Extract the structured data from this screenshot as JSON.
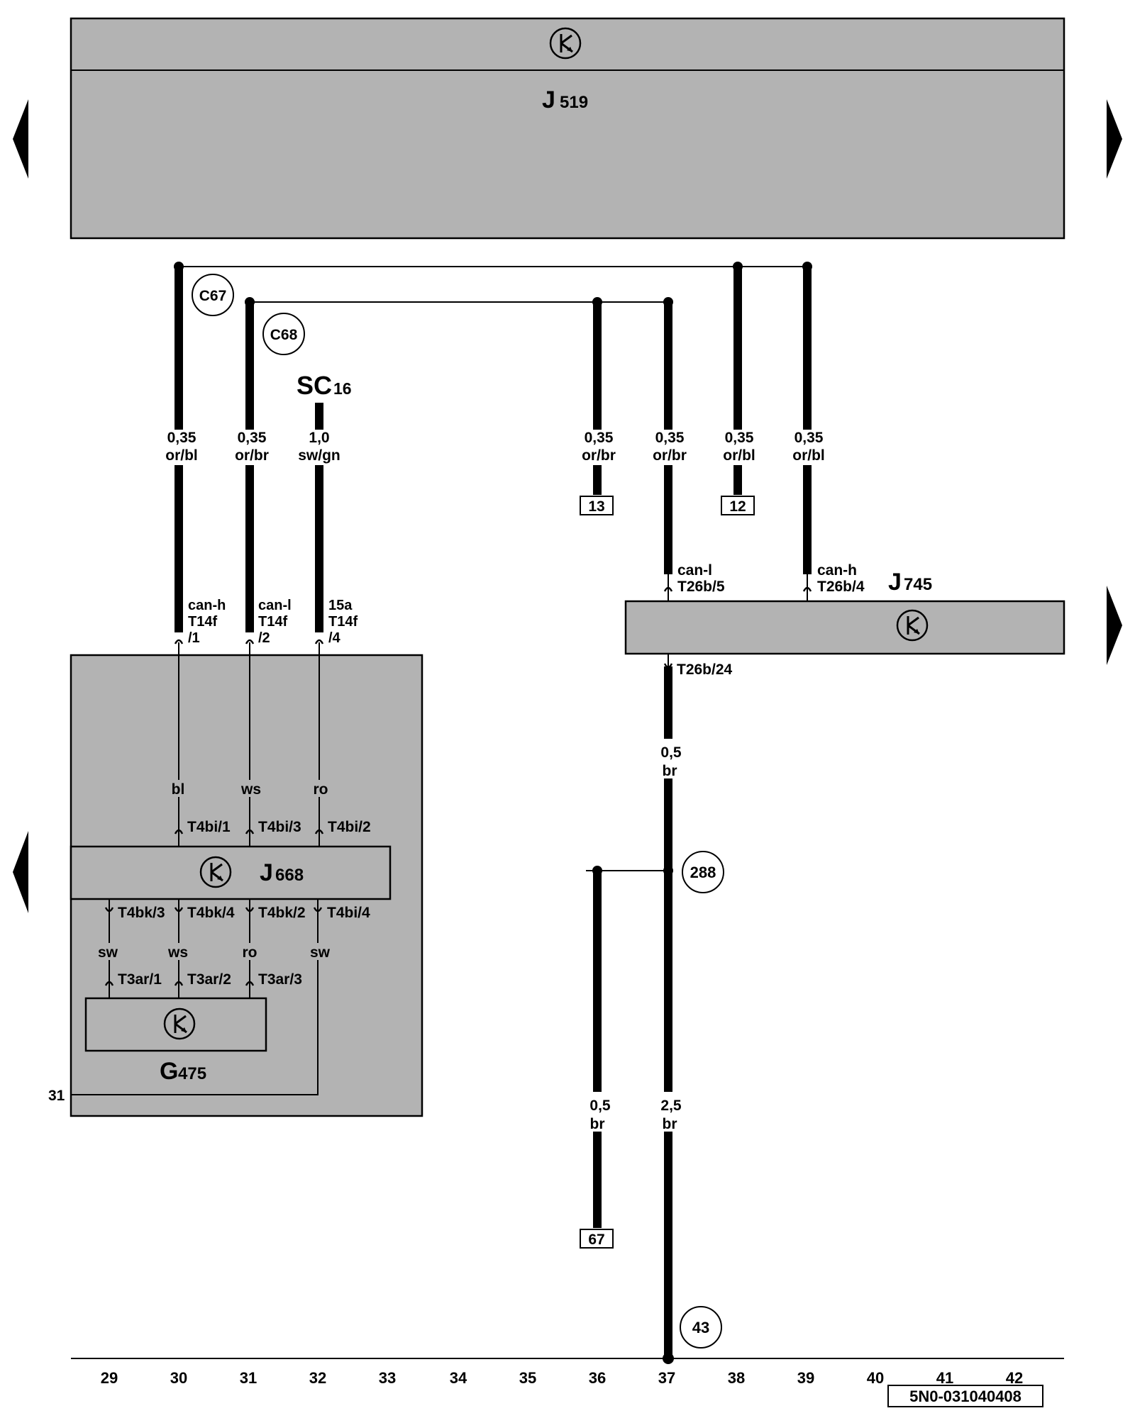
{
  "components": {
    "j519": {
      "letter": "J",
      "sub": "519"
    },
    "j745": {
      "letter": "J",
      "sub": "745"
    },
    "j668": {
      "letter": "J",
      "sub": "668"
    },
    "g475": {
      "letter": "G",
      "sub": "475"
    },
    "sc16": {
      "letter": "SC",
      "sub": "16"
    }
  },
  "circles": {
    "c67": "C67",
    "c68": "C68",
    "c288": "288",
    "c43": "43"
  },
  "wires": {
    "w30": {
      "gauge": "0,35",
      "color": "or/bl"
    },
    "w31": {
      "gauge": "0,35",
      "color": "or/br"
    },
    "w32": {
      "gauge": "1,0",
      "color": "sw/gn"
    },
    "w36top": {
      "gauge": "0,35",
      "color": "or/br"
    },
    "w37top": {
      "gauge": "0,35",
      "color": "or/br"
    },
    "w38": {
      "gauge": "0,35",
      "color": "or/bl"
    },
    "w39": {
      "gauge": "0,35",
      "color": "or/bl"
    },
    "w37mid": {
      "gauge": "0,5",
      "color": "br"
    },
    "w36bot": {
      "gauge": "0,5",
      "color": "br"
    },
    "w37bot": {
      "gauge": "2,5",
      "color": "br"
    }
  },
  "refs": {
    "r13": "13",
    "r12": "12",
    "r67": "67"
  },
  "pins": {
    "p30": {
      "sig": "can-h",
      "conn": "T14f",
      "pin": "/1"
    },
    "p31": {
      "sig": "can-l",
      "conn": "T14f",
      "pin": "/2"
    },
    "p32": {
      "sig": "15a",
      "conn": "T14f",
      "pin": "/4"
    },
    "p37": {
      "sig": "can-l",
      "pin": "T26b/5"
    },
    "p39": {
      "sig": "can-h",
      "pin": "T26b/4"
    },
    "p37b": "T26b/24"
  },
  "inner": {
    "cols": [
      "bl",
      "ws",
      "ro"
    ],
    "t4bi": [
      "T4bi/1",
      "T4bi/3",
      "T4bi/2"
    ],
    "t4bottom": [
      "T4bk/3",
      "T4bk/4",
      "T4bk/2",
      "T4bi/4"
    ],
    "cols2": [
      "sw",
      "ws",
      "ro",
      "sw"
    ],
    "t3ar": [
      "T3ar/1",
      "T3ar/2",
      "T3ar/3"
    ]
  },
  "ground_label": "31",
  "columns": [
    "29",
    "30",
    "31",
    "32",
    "33",
    "34",
    "35",
    "36",
    "37",
    "38",
    "39",
    "40",
    "41",
    "42"
  ],
  "doc_code": "5N0-031040408"
}
